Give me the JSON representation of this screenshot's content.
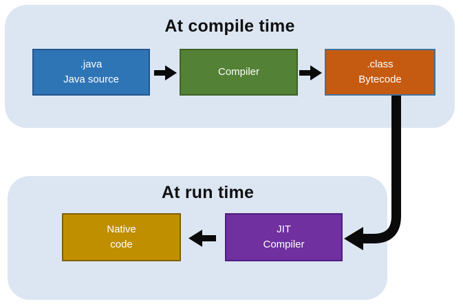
{
  "compile": {
    "title": "At compile time",
    "java_source": {
      "line1": ".java",
      "line2": "Java source",
      "fill": "#2e75b6",
      "border": "#24558b"
    },
    "compiler": {
      "line1": "Compiler",
      "fill": "#538135",
      "border": "#3e6128"
    },
    "bytecode": {
      "line1": ".class",
      "line2": "Bytecode",
      "fill": "#c55a11",
      "border": "#41719c"
    }
  },
  "run": {
    "title": "At run time",
    "jit_compiler": {
      "line1": "JIT",
      "line2": "Compiler",
      "fill": "#7030a0",
      "border": "#4c1e7e"
    },
    "native_code": {
      "line1": "Native",
      "line2": "code",
      "fill": "#bf8f00",
      "border": "#7f6000"
    }
  },
  "flow": [
    {
      "from": ".java Java source",
      "to": "Compiler"
    },
    {
      "from": "Compiler",
      "to": ".class Bytecode"
    },
    {
      "from": ".class Bytecode",
      "to": "JIT Compiler"
    },
    {
      "from": "JIT Compiler",
      "to": "Native code"
    }
  ],
  "colors": {
    "page_background": "#ffffff",
    "section_background": "#dce6f2",
    "arrow": "#0a0a0a",
    "title_text": "#111111",
    "box_text": "#ffffff"
  }
}
